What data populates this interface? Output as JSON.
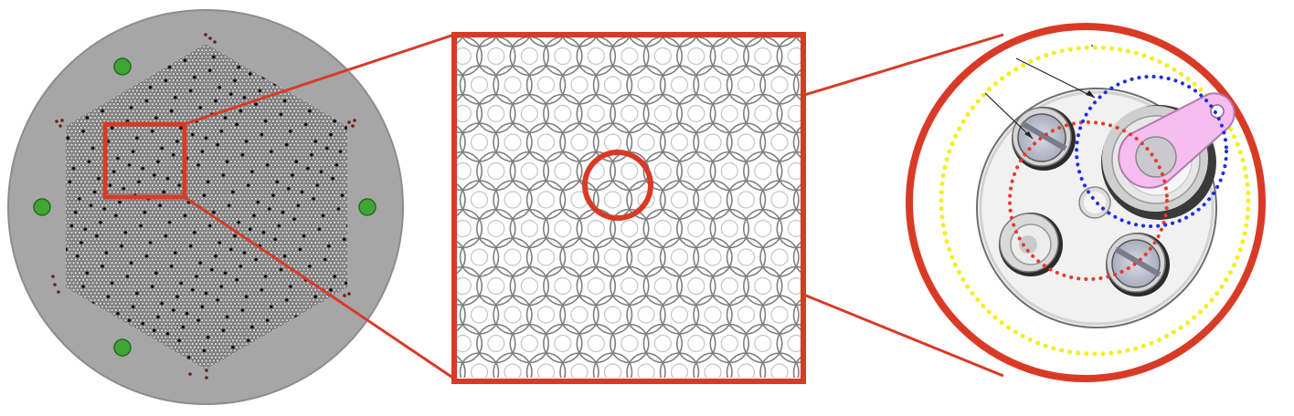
{
  "figure": {
    "panels": [
      "core-overview",
      "lattice-zoom",
      "cell-detail"
    ],
    "colors": {
      "highlight": "#d93a26",
      "core_gray": "#a6a6a6",
      "rim_gray": "#8c8c8c",
      "green_marker": "#3fa535",
      "green_outline": "#1f6e1a",
      "dark_marker": "#6b1f1a",
      "ring_red_dotted": "#e8392b",
      "ring_blue_dotted": "#1f2fe0",
      "ring_yellow_dotted": "#f2ee22",
      "arm_pink": "#f5bdf0",
      "lattice_line": "#8a8a8a"
    }
  }
}
